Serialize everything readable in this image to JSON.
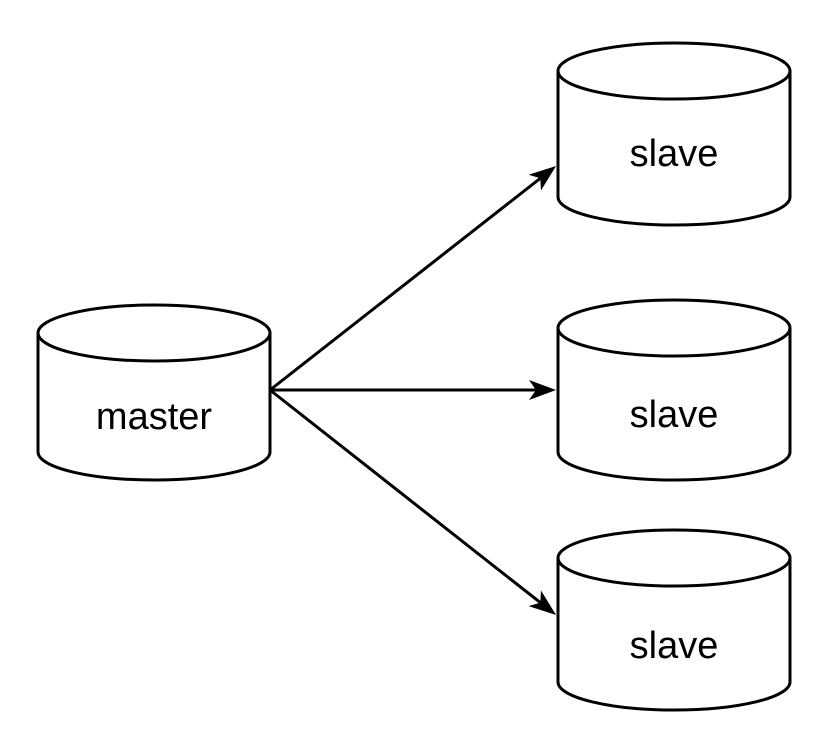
{
  "diagram": {
    "colors": {
      "stroke": "#000000",
      "fill": "#ffffff",
      "background": "#ffffff"
    },
    "nodes": [
      {
        "id": "master",
        "label": "master",
        "shape": "database-cylinder"
      },
      {
        "id": "slave-top",
        "label": "slave",
        "shape": "database-cylinder"
      },
      {
        "id": "slave-middle",
        "label": "slave",
        "shape": "database-cylinder"
      },
      {
        "id": "slave-bottom",
        "label": "slave",
        "shape": "database-cylinder"
      }
    ],
    "edges": [
      {
        "from": "master",
        "to": "slave-top",
        "style": "solid-arrow"
      },
      {
        "from": "master",
        "to": "slave-middle",
        "style": "solid-arrow"
      },
      {
        "from": "master",
        "to": "slave-bottom",
        "style": "solid-arrow"
      }
    ]
  }
}
